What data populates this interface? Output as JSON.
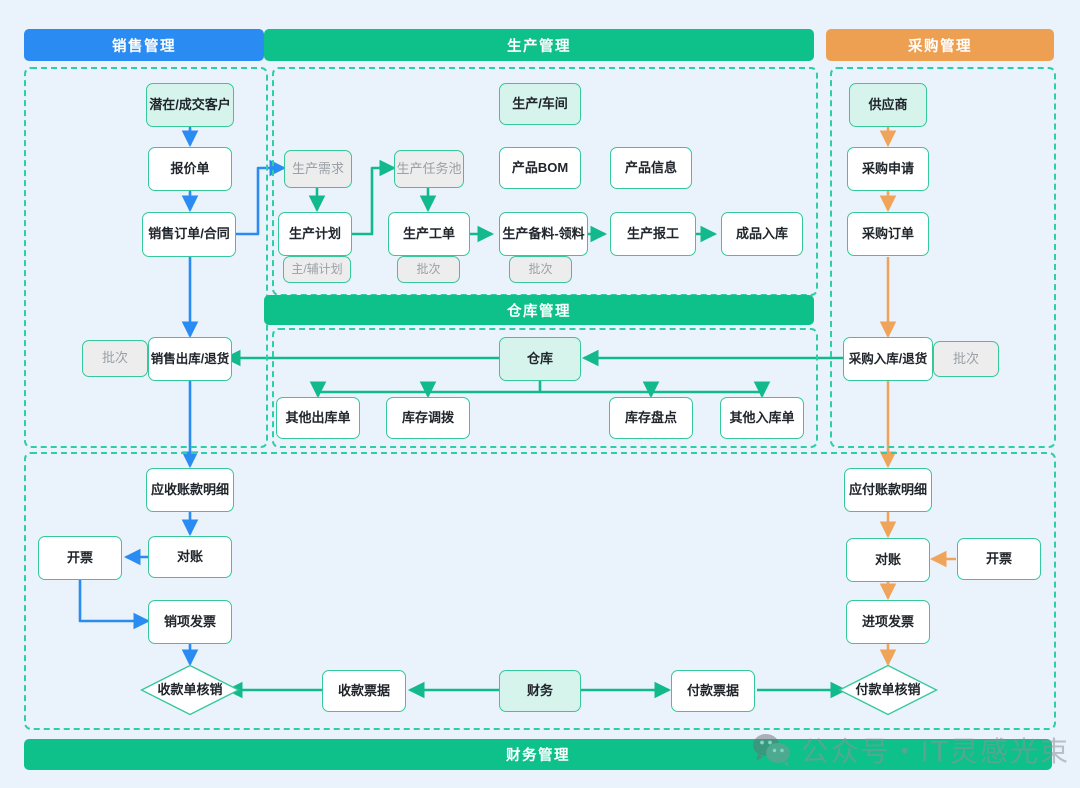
{
  "colors": {
    "sales_accent": "#2a8bf2",
    "production_accent": "#0ec08a",
    "purchase_accent": "#eda052",
    "finance_accent": "#0ec08a",
    "node_border": "#35c89b",
    "group_border": "#2ecfa8",
    "mint_fill": "#d6f4ec",
    "tag_fill": "#ededed",
    "tag_text": "#9aa0a6",
    "canvas": "#eaf2fb",
    "blue_line": "#2a8bf2",
    "green_line": "#12b98b",
    "orange_line": "#f0a45a"
  },
  "headers": {
    "sales": "销售管理",
    "production": "生产管理",
    "warehouse": "仓库管理",
    "purchase": "采购管理",
    "finance": "财务管理"
  },
  "nodes": {
    "sales": {
      "customer": "潜在/成交客户",
      "quotation": "报价单",
      "sales_order": "销售订单/合同",
      "sales_out": "销售出库/退货",
      "sales_out_batch": "批次"
    },
    "production": {
      "workshop": "生产/车间",
      "prod_demand": "生产需求",
      "task_pool": "生产任务池",
      "product_bom": "产品BOM",
      "product_info": "产品信息",
      "prod_plan": "生产计划",
      "prod_plan_tag": "主/辅计划",
      "work_order": "生产工单",
      "work_order_tag": "批次",
      "material_pick": "生产备料-领料",
      "material_pick_tag": "批次",
      "prod_report": "生产报工",
      "finished_in": "成品入库"
    },
    "warehouse": {
      "warehouse": "仓库",
      "other_out": "其他出库单",
      "transfer": "库存调拨",
      "stocktake": "库存盘点",
      "other_in": "其他入库单"
    },
    "purchase": {
      "supplier": "供应商",
      "requisition": "采购申请",
      "po": "采购订单",
      "purchase_in": "采购入库/退货",
      "purchase_in_batch": "批次"
    },
    "finance": {
      "ar_detail": "应收账款明细",
      "ar_recon": "对账",
      "ar_invoice_issue": "开票",
      "output_invoice": "销项发票",
      "receipt_writeoff": "收款单核销",
      "receipt_voucher": "收款票据",
      "finance_center": "财务",
      "payment_voucher": "付款票据",
      "payment_writeoff": "付款单核销",
      "ap_detail": "应付账款明细",
      "ap_recon": "对账",
      "ap_invoice_issue": "开票",
      "input_invoice": "进项发票"
    }
  },
  "watermark": {
    "icon": "wechat-icon",
    "text": "公众号・IT灵感光束"
  }
}
